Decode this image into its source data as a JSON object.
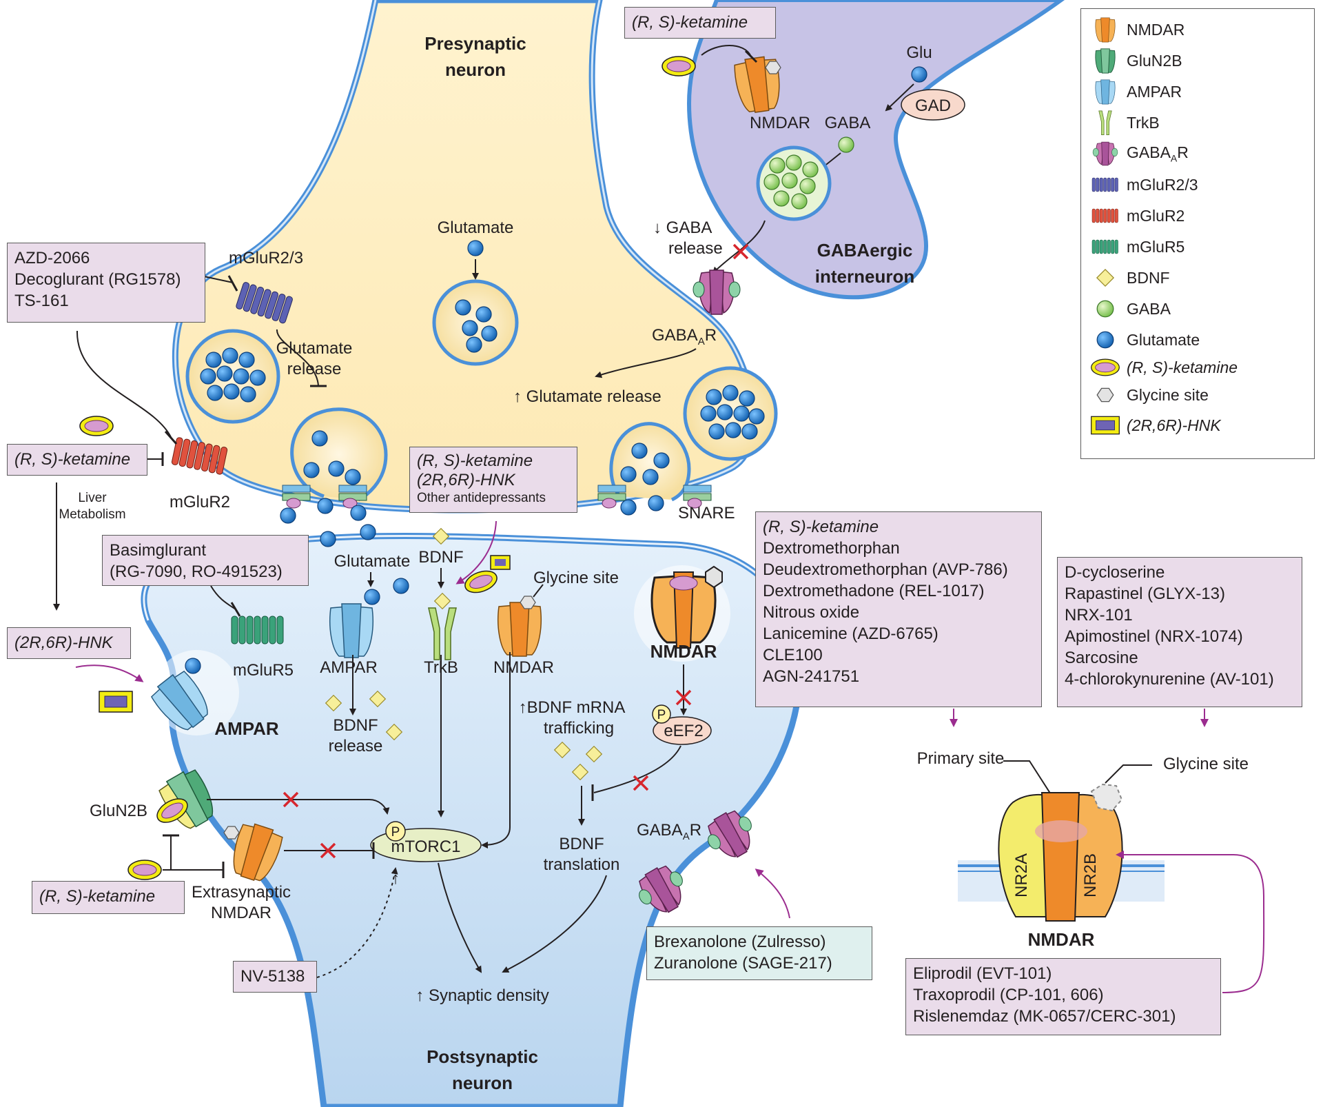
{
  "neurons": {
    "presynaptic": [
      "Presynaptic",
      "neuron"
    ],
    "postsynaptic": [
      "Postsynaptic",
      "neuron"
    ],
    "gabaergic": [
      "GABAergic",
      "interneuron"
    ]
  },
  "labels": {
    "glu": "Glu",
    "gad": "GAD",
    "nmdar": "NMDAR",
    "gaba": "GABA",
    "gaba_release": [
      "↓ GABA",
      "release"
    ],
    "gabaar": "GABA",
    "gabaar_sub": "A",
    "gabaar_suffix": "R",
    "glutamate_top": "Glutamate",
    "glutamate_release": [
      "Glutamate",
      "release"
    ],
    "up_glutamate_release": "↑ Glutamate release",
    "mglur23": "mGluR2/3",
    "mglur2": "mGluR2",
    "mglur5": "mGluR5",
    "liver": [
      "Liver",
      "Metabolism"
    ],
    "snare": "SNARE",
    "glutamate_cleft": "Glutamate",
    "bdnf": "BDNF",
    "glycine_site": "Glycine site",
    "ampar": "AMPAR",
    "trkb": "TrkB",
    "nmdar_post": "NMDAR",
    "nmdar_bold": "NMDAR",
    "ampar_bold": "AMPAR",
    "bdnf_release": [
      "BDNF",
      "release"
    ],
    "bdnf_mrna": [
      "↑BDNF mRNA",
      "trafficking"
    ],
    "p": "P",
    "eef2": "eEF2",
    "glun2b": "GluN2B",
    "mtorc1": "mTORC1",
    "bdnf_translation": [
      "BDNF",
      "translation"
    ],
    "extrasynaptic": [
      "Extrasynaptic",
      "NMDAR"
    ],
    "synaptic_density": "↑ Synaptic density",
    "primary_site": "Primary site",
    "glycine_site_right": "Glycine site",
    "nr2a": "NR2A",
    "nr2b": "NR2B",
    "nmdar_right": "NMDAR",
    "up_arrow": "↑"
  },
  "boxes": {
    "ketamine_top": "(R, S)-ketamine",
    "mglu_drugs": [
      "AZD-2066",
      "Decoglurant (RG1578)",
      "TS-161"
    ],
    "ketamine_left": "(R, S)-ketamine",
    "ketamine_center": [
      "(R, S)-ketamine",
      "(2R,6R)-HNK",
      "Other antidepressants"
    ],
    "basimglurant": [
      "Basimglurant",
      "(RG-7090, RO-491523)"
    ],
    "hnk": "(2R,6R)-HNK",
    "ketamine_bottom": "(R, S)-ketamine",
    "nv": "NV-5138",
    "neurosteroids": [
      "Brexanolone (Zulresso)",
      "Zuranolone (SAGE-217)"
    ],
    "primary_drugs": [
      "(R, S)-ketamine",
      "Dextromethorphan",
      "Deudextromethorphan (AVP-786)",
      "Dextromethadone (REL-1017)",
      "Nitrous oxide",
      "Lanicemine (AZD-6765)",
      "CLE100",
      "AGN-241751"
    ],
    "glycine_drugs": [
      "D-cycloserine",
      "Rapastinel (GLYX-13)",
      "NRX-101",
      "Apimostinel (NRX-1074)",
      "Sarcosine",
      "4-chlorokynurenine (AV-101)"
    ],
    "nr2b_drugs": [
      "Eliprodil (EVT-101)",
      "Traxoprodil (CP-101, 606)",
      "Rislenemdaz (MK-0657/CERC-301)"
    ]
  },
  "legend": [
    {
      "label": "NMDAR",
      "icon": "nmdar-icon",
      "color": "#f3a646"
    },
    {
      "label": "GluN2B",
      "icon": "glun2b-icon",
      "color": "#3e9a6b"
    },
    {
      "label": "AMPAR",
      "icon": "ampar-icon",
      "color": "#7cc0e8"
    },
    {
      "label": "TrkB",
      "icon": "trkb-icon",
      "color": "#a9d46c"
    },
    {
      "label": "GABA",
      "sub": "A",
      "suffix": "R",
      "icon": "gabaar-icon",
      "color": "#c773b0"
    },
    {
      "label": "mGluR2/3",
      "icon": "mglur23-icon",
      "color": "#4a4f9e"
    },
    {
      "label": "mGluR2",
      "icon": "mglur2-icon",
      "color": "#d8402f"
    },
    {
      "label": "mGluR5",
      "icon": "mglur5-icon",
      "color": "#2f8f6a"
    },
    {
      "label": "BDNF",
      "icon": "bdnf-diamond-icon",
      "color": "#f7ef9a"
    },
    {
      "label": "GABA",
      "icon": "gaba-dot-icon",
      "color": "#9fd472"
    },
    {
      "label": "Glutamate",
      "icon": "glutamate-dot-icon",
      "color": "#2a7fcf"
    },
    {
      "label": "(R, S)-ketamine",
      "icon": "ketamine-icon",
      "color": "#f3ec12"
    },
    {
      "label": "Glycine site",
      "icon": "glycine-hexagon-icon",
      "color": "#d0d0d0"
    },
    {
      "label": "(2R,6R)-HNK",
      "icon": "hnk-icon",
      "color": "#f3ec12"
    }
  ],
  "colors": {
    "presynaptic": "#fdf1cd",
    "postsynaptic": "#cfe3f5",
    "interneuron": "#c7c3e6",
    "membrane": "#4a90d9",
    "drug_box": "#eadcea",
    "neurosteroid_box": "#dff0ee",
    "inhibit_x": "#d7262d",
    "drug_arrow": "#9b2c8f"
  }
}
